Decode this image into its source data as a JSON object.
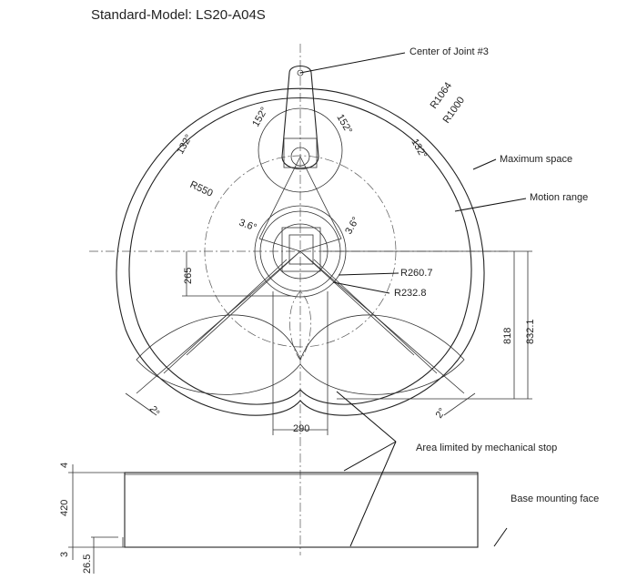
{
  "title": "Standard-Model: LS20-A04S",
  "callouts": {
    "center_joint3": "Center of Joint #3",
    "maximum_space": "Maximum space",
    "motion_range": "Motion range",
    "mechanical_stop": "Area limited by mechanical stop",
    "base_mounting_face": "Base mounting face"
  },
  "dimensions": {
    "r1064": "R1064",
    "r1000": "R1000",
    "r550": "R550",
    "r260_7": "R260.7",
    "r232_8": "R232.8",
    "a132_left": "132°",
    "a132_right": "132°",
    "a152_left": "152°",
    "a152_right": "152°",
    "a3_6_left": "3.6°",
    "a3_6_right": "3.6°",
    "a2_left": "2°",
    "a2_right": "2°",
    "d265": "265",
    "d818": "818",
    "d832_1": "832.1",
    "d290": "290",
    "d4": "4",
    "d420": "420",
    "d3": "3",
    "d26_5": "26.5"
  }
}
